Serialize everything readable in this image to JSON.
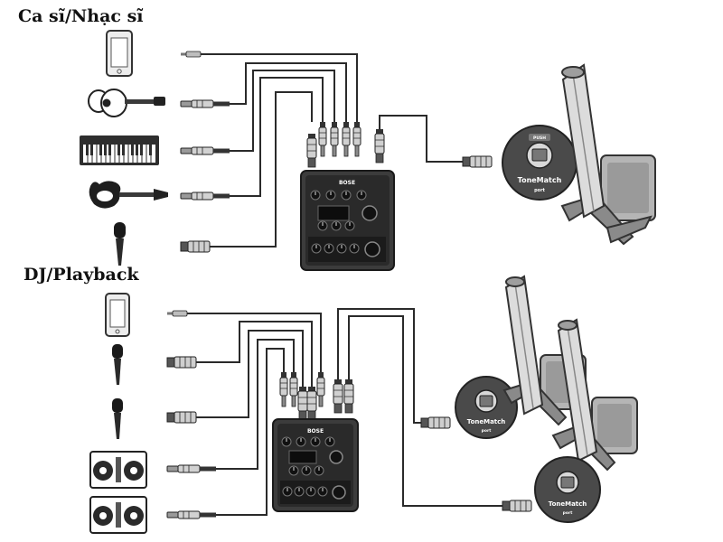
{
  "sections": {
    "singer": {
      "title": "Ca sĩ/Nhạc sĩ"
    },
    "dj": {
      "title": "DJ/Playback"
    }
  },
  "devices": {
    "mixer_brand": "BOSE",
    "port_badge": "ToneMatch",
    "port_caption": "port",
    "port_push": "PUSH"
  },
  "colors": {
    "cable": "#2a2a2a",
    "mixer_body": "#3c3c3c",
    "mixer_panel": "#1f1f1f",
    "speaker": "#8a8a8a",
    "port_disc": "#4a4a4a"
  }
}
